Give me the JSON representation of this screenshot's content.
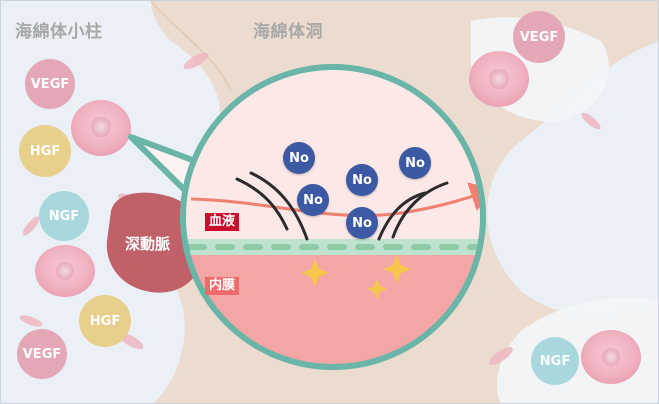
{
  "labels": {
    "trabecula": "海綿体小柱",
    "sinus": "海綿体洞",
    "artery": "深動脈",
    "blood": "血液",
    "intima": "内膜"
  },
  "factors": {
    "vegf": "VEGF",
    "hgf": "HGF",
    "ngf": "NGF"
  },
  "molecule": "No",
  "colors": {
    "background": "#eaf0f6",
    "tissue": "#ecdcd0",
    "zoom_border": "#6bb5a8",
    "blood_area": "#fde8e8",
    "intima_area": "#f4a6a6",
    "endothelium": "#bfe3cf",
    "no_molecule": "#3b5aa3",
    "artery": "#c0616a",
    "flow_arrow": "#f08070",
    "spark": "#f6c64a"
  }
}
